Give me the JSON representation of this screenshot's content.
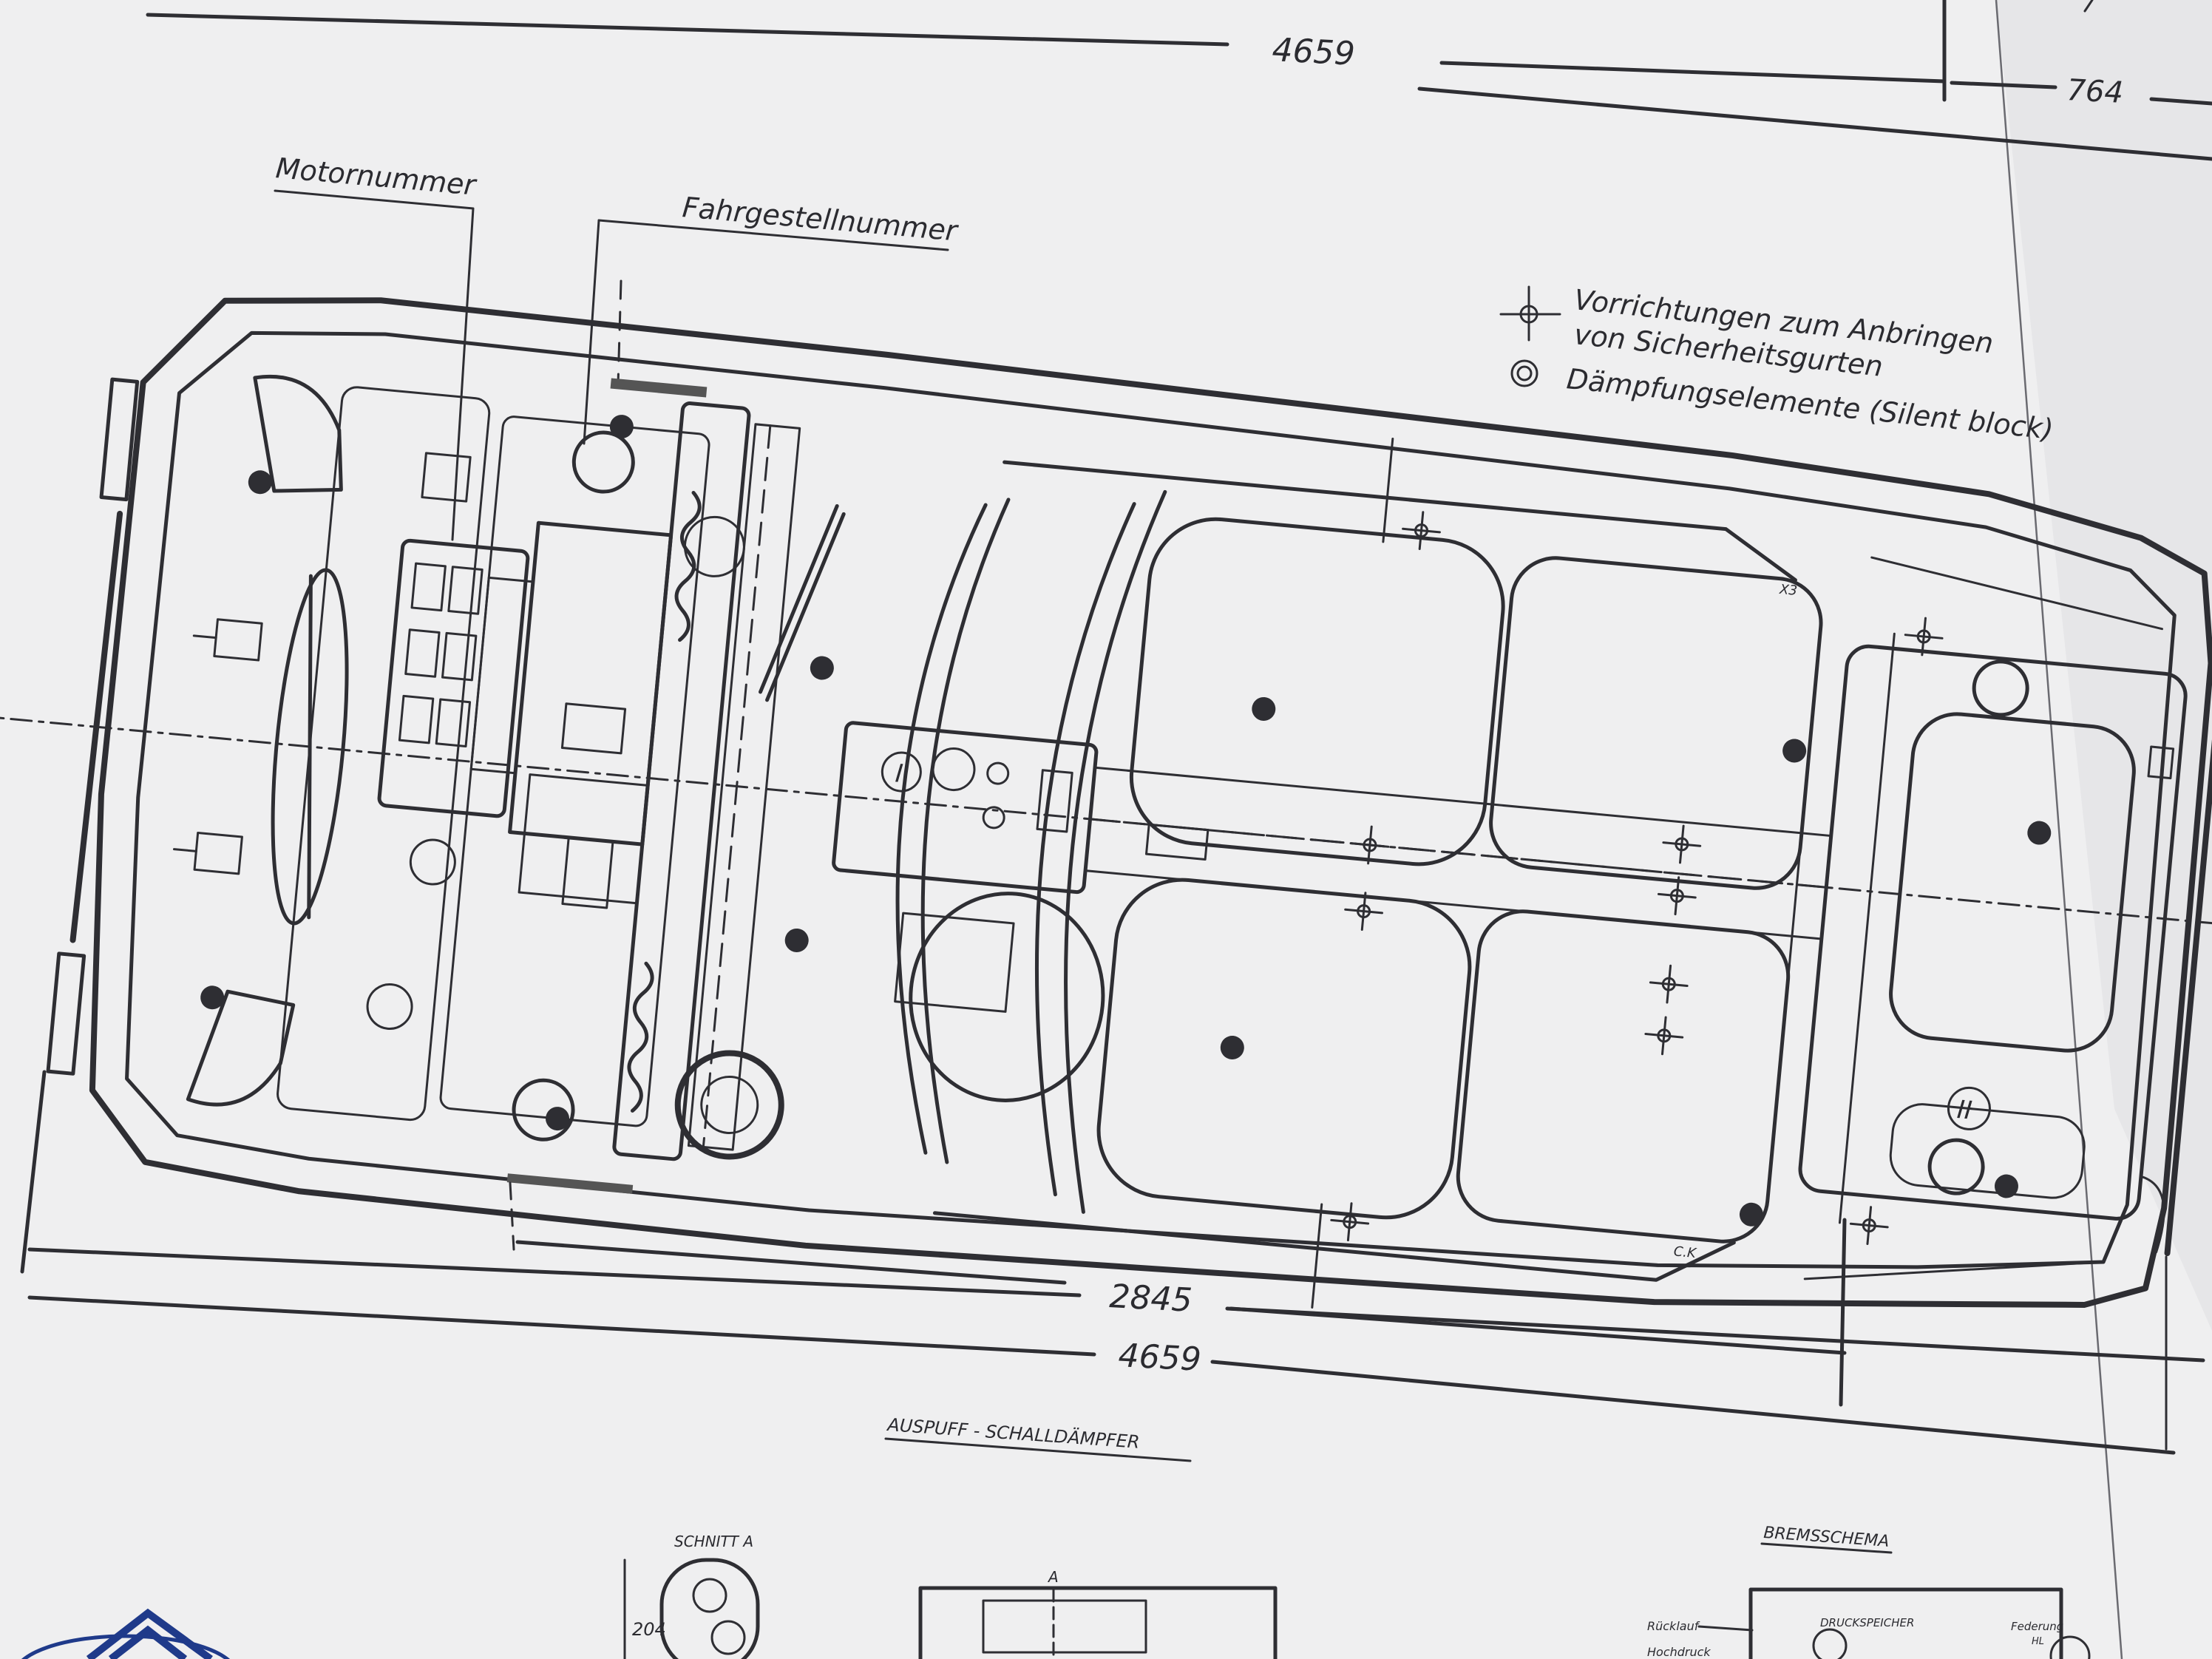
{
  "labels": {
    "motornummer": "Motornummer",
    "fahrgestellnummer": "Fahrgestellnummer",
    "legend_belts_line1": "Vorrichtungen zum Anbringen",
    "legend_belts_line2": "von  Sicherheitsgurten",
    "legend_damping": "Dämpfungselemente  (Silent block)",
    "exhaust": "AUSPUFF - SCHALLDÄMPFER",
    "brakes": "BREMSSCHEMA",
    "section": "SCHNITT A",
    "section_mark": "A",
    "section_dim": "204",
    "roman_one": "I",
    "roman_two": "II",
    "brake_left_1": "Rücklauf",
    "brake_left_2": "Hochdruck",
    "brake_accumulator": "DRUCKSPEICHER",
    "brake_suspension": "Federung",
    "brake_suspension_sub": "HL",
    "marker_xy": "X3",
    "marker_ck": "C.K"
  },
  "dimensions": {
    "top_length": "4659",
    "top_overhang": "764",
    "wheelbase": "2845",
    "overall_length": "4659"
  },
  "colors": {
    "paper": "#efeff0",
    "ink": "#2e2e33"
  }
}
